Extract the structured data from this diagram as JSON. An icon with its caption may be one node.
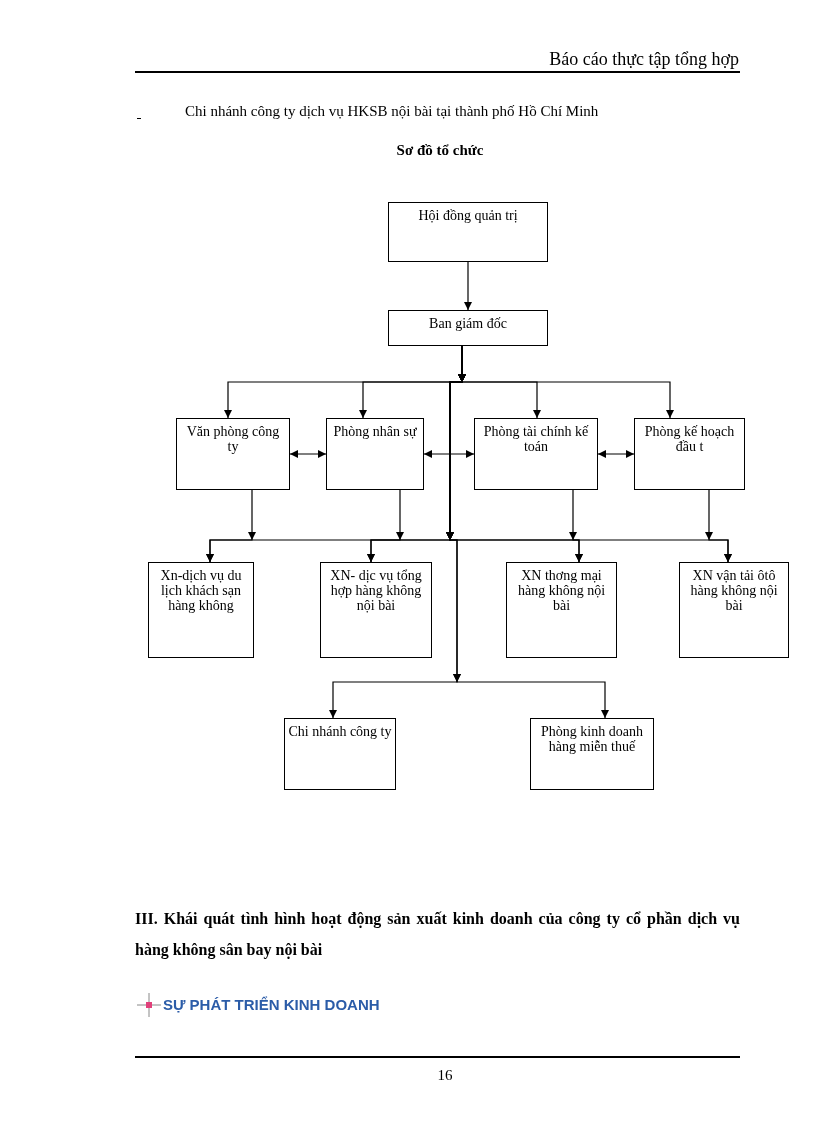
{
  "diagram": {
    "title": "Sơ đồ tổ chức",
    "nodes": [
      {
        "text": [
          "Hội đồng quản trị"
        ]
      },
      {
        "text": [
          "Ban giám đốc"
        ]
      },
      {
        "text": [
          "Văn phòng công ty"
        ]
      },
      {
        "text": [
          "Phòng nhân sự"
        ]
      },
      {
        "text": [
          "Phòng tài chính kế toán"
        ]
      },
      {
        "text": [
          "Phòng kế hoạch đầu t"
        ]
      },
      {
        "text": [
          "Xn-dịch vụ du lịch khách sạn hàng không"
        ]
      },
      {
        "text": [
          "XN- dịc vụ tổng hợp hàng không nội bài"
        ]
      },
      {
        "text": [
          "XN thơng mại hàng không nội bài"
        ]
      },
      {
        "text": [
          "XN vận tải ôtô hàng không nội bài"
        ]
      },
      {
        "text": [
          "Chi nhánh công ty"
        ]
      },
      {
        "text": [
          "Phòng kinh doanh hàng miễn thuế"
        ]
      }
    ],
    "edges": [
      {
        "from": 0,
        "to": 1,
        "arrow": "to"
      },
      {
        "from": 1,
        "to": 2,
        "arrow": "to"
      },
      {
        "from": 1,
        "to": 3,
        "arrow": "to"
      },
      {
        "from": 1,
        "to": 4,
        "arrow": "to"
      },
      {
        "from": 1,
        "to": 5,
        "arrow": "to"
      },
      {
        "from": 1,
        "to": 6,
        "arrow": "to"
      },
      {
        "from": 1,
        "to": 7,
        "arrow": "to"
      },
      {
        "from": 1,
        "to": 8,
        "arrow": "to"
      },
      {
        "from": 1,
        "to": 9,
        "arrow": "to"
      },
      {
        "from": 1,
        "to": 10,
        "arrow": "to"
      },
      {
        "from": 1,
        "to": 11,
        "arrow": "to"
      },
      {
        "from": 2,
        "to": 6,
        "arrow": "to"
      },
      {
        "from": 3,
        "to": 7,
        "arrow": "to"
      },
      {
        "from": 4,
        "to": 8,
        "arrow": "to"
      },
      {
        "from": 5,
        "to": 9,
        "arrow": "to"
      },
      {
        "from": 2,
        "to": 3,
        "arrow": "both"
      },
      {
        "from": 3,
        "to": 4,
        "arrow": "both"
      },
      {
        "from": 4,
        "to": 5,
        "arrow": "both"
      }
    ],
    "labels": [
      "Báo cáo thực tập tổng hợp",
      "Chi nhánh công ty dịch vụ HKSB nội bài tại thành phố Hồ Chí Minh",
      "III. Khái quát tình hình hoạt động sản xuất kinh doanh của công ty cổ phần dịch vụ hàng không sân bay nội bài",
      "SỰ PHÁT TRIỂN KINH DOANH",
      "16"
    ]
  }
}
